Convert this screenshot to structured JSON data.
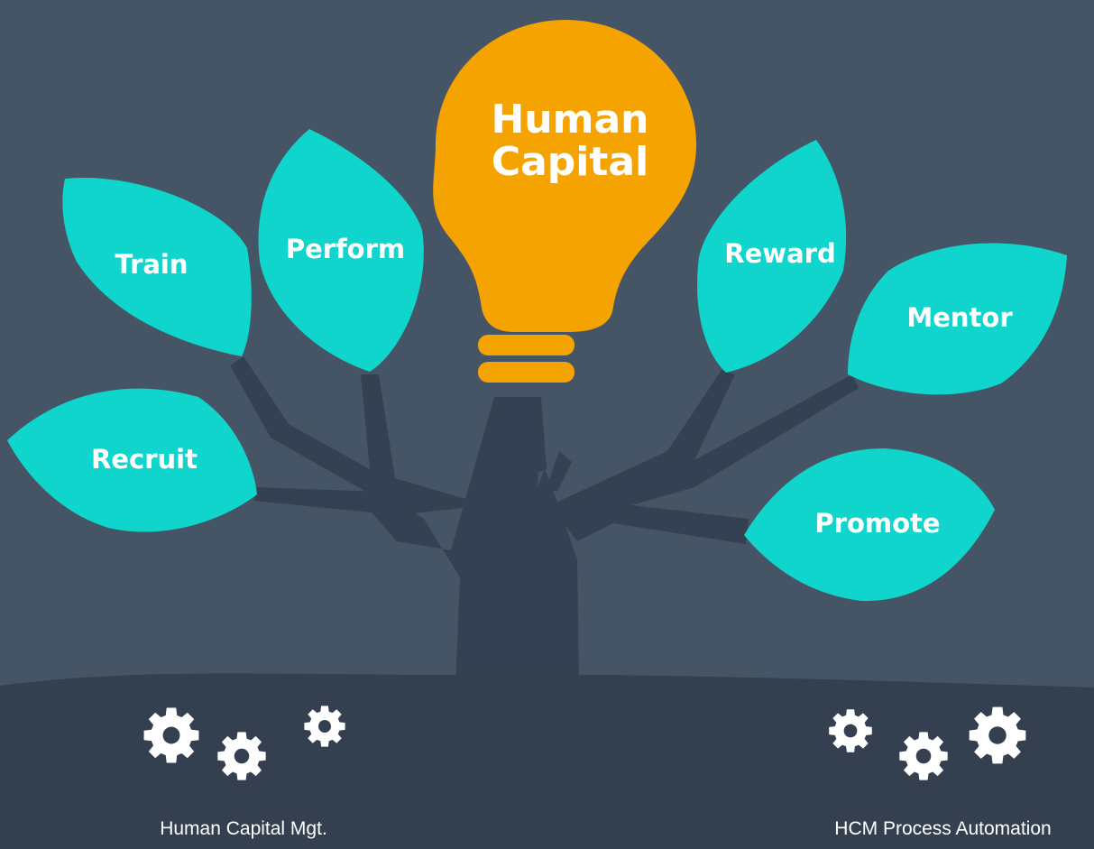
{
  "colors": {
    "background": "#465565",
    "ground": "#34404f",
    "trunk": "#334152",
    "leaf": "#0fd5cc",
    "bulb": "#f4a300",
    "text": "#ffffff"
  },
  "bulb": {
    "line1": "Human",
    "line2": "Capital"
  },
  "leaves": {
    "train": "Train",
    "perform": "Perform",
    "recruit": "Recruit",
    "reward": "Reward",
    "mentor": "Mentor",
    "promote": "Promote"
  },
  "captions": {
    "left": "Human Capital Mgt.",
    "right": "HCM Process Automation"
  },
  "icons": {
    "left_group": "gears-icon",
    "right_group": "gears-icon"
  }
}
